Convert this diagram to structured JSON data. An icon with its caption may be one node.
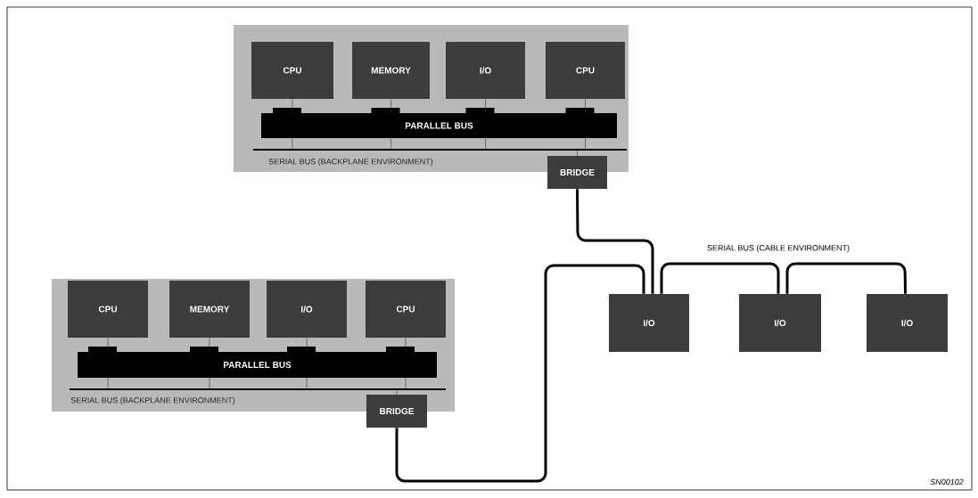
{
  "diagram": {
    "nodes": [
      {
        "text": [],
        "shape": "box"
      },
      {
        "text": [
          "CPU"
        ],
        "in": 0
      },
      {
        "text": [
          "MEMORY"
        ],
        "in": 0
      },
      {
        "text": [
          "I/O"
        ],
        "in": 0
      },
      {
        "text": [
          "CPU"
        ],
        "in": 0
      },
      {
        "text": [
          "PARALLEL BUS"
        ],
        "in": 0
      },
      {
        "text": [],
        "shape": "bar",
        "in": 0,
        "beside": [
          "SERIAL BUS (BACKPLANE ENVIRONMENT)"
        ]
      },
      {
        "text": [
          "BRIDGE"
        ]
      },
      {
        "text": [],
        "shape": "box"
      },
      {
        "text": [
          "CPU"
        ],
        "in": 8
      },
      {
        "text": [
          "MEMORY"
        ],
        "in": 8
      },
      {
        "text": [
          "I/O"
        ],
        "in": 8
      },
      {
        "text": [
          "CPU"
        ],
        "in": 8
      },
      {
        "text": [
          "PARALLEL BUS"
        ],
        "in": 8
      },
      {
        "text": [],
        "shape": "bar",
        "in": 8,
        "beside": [
          "SERIAL BUS (BACKPLANE ENVIRONMENT)"
        ]
      },
      {
        "text": [
          "BRIDGE"
        ]
      },
      {
        "text": [
          "I/O"
        ]
      },
      {
        "text": [
          "I/O"
        ]
      },
      {
        "text": [
          "I/O"
        ]
      }
    ],
    "edges": [
      {
        "from": 1,
        "to": 5,
        "arrow": "none"
      },
      {
        "from": 2,
        "to": 5,
        "arrow": "none"
      },
      {
        "from": 3,
        "to": 5,
        "arrow": "none"
      },
      {
        "from": 4,
        "to": 5,
        "arrow": "none"
      },
      {
        "from": 5,
        "to": 6,
        "arrow": "none"
      },
      {
        "from": 5,
        "to": 6,
        "arrow": "none"
      },
      {
        "from": 5,
        "to": 6,
        "arrow": "none"
      },
      {
        "from": 5,
        "to": 6,
        "arrow": "none"
      },
      {
        "from": 6,
        "to": 7,
        "arrow": "none"
      },
      {
        "from": 9,
        "to": 13,
        "arrow": "none"
      },
      {
        "from": 10,
        "to": 13,
        "arrow": "none"
      },
      {
        "from": 11,
        "to": 13,
        "arrow": "none"
      },
      {
        "from": 12,
        "to": 13,
        "arrow": "none"
      },
      {
        "from": 13,
        "to": 14,
        "arrow": "none"
      },
      {
        "from": 13,
        "to": 14,
        "arrow": "none"
      },
      {
        "from": 13,
        "to": 14,
        "arrow": "none"
      },
      {
        "from": 13,
        "to": 14,
        "arrow": "none"
      },
      {
        "from": 14,
        "to": 15,
        "arrow": "none"
      },
      {
        "from": 7,
        "to": 16,
        "arrow": "none",
        "style": "thick"
      },
      {
        "from": 15,
        "to": 16,
        "arrow": "none",
        "style": "thick"
      },
      {
        "from": 16,
        "to": 17,
        "arrow": "none",
        "style": "thick"
      },
      {
        "from": 17,
        "to": 18,
        "arrow": "none",
        "style": "thick"
      }
    ],
    "labels": [
      "SERIAL BUS (CABLE ENVIRONMENT)",
      "SN00102"
    ]
  }
}
